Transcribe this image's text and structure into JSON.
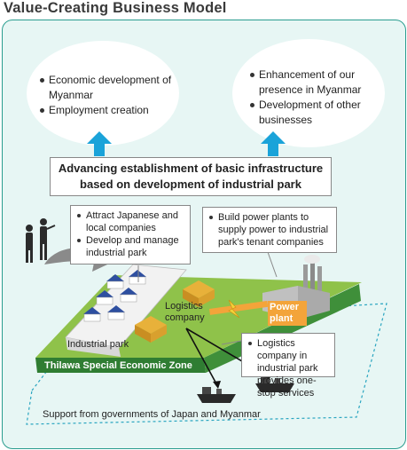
{
  "title": "Value-Creating Business Model",
  "top_left": {
    "items": [
      "Economic development of Myanmar",
      "Employment creation"
    ]
  },
  "top_right": {
    "items": [
      "Enhancement of our presence in Myanmar",
      "Development of other businesses"
    ]
  },
  "main_box": {
    "line1": "Advancing establishment of basic infrastructure",
    "line2": "based on development of industrial park"
  },
  "attract_box": {
    "items": [
      "Attract Japanese and local companies",
      "Develop and manage industrial park"
    ]
  },
  "power_box": {
    "items": [
      "Build power plants to supply power to industrial park's tenant companies"
    ]
  },
  "logistics_box": {
    "items": [
      "Logistics company in industrial park provides one-stop services"
    ]
  },
  "labels": {
    "logistics_company": "Logistics company",
    "power_plant": "Power plant",
    "industrial_park": "Industrial park",
    "zone": "Thilawa Special Economic Zone",
    "support": "Support from governments of Japan and Myanmar"
  },
  "colors": {
    "frame": "#2a9d8f",
    "background": "#e7f6f4",
    "arrow": "#1aa3d9",
    "land": "#8fc24a",
    "land_dark": "#2f7d32",
    "roof": "#2e4fa0",
    "warehouse": "#e8b13a",
    "power": "#f3a43a"
  }
}
